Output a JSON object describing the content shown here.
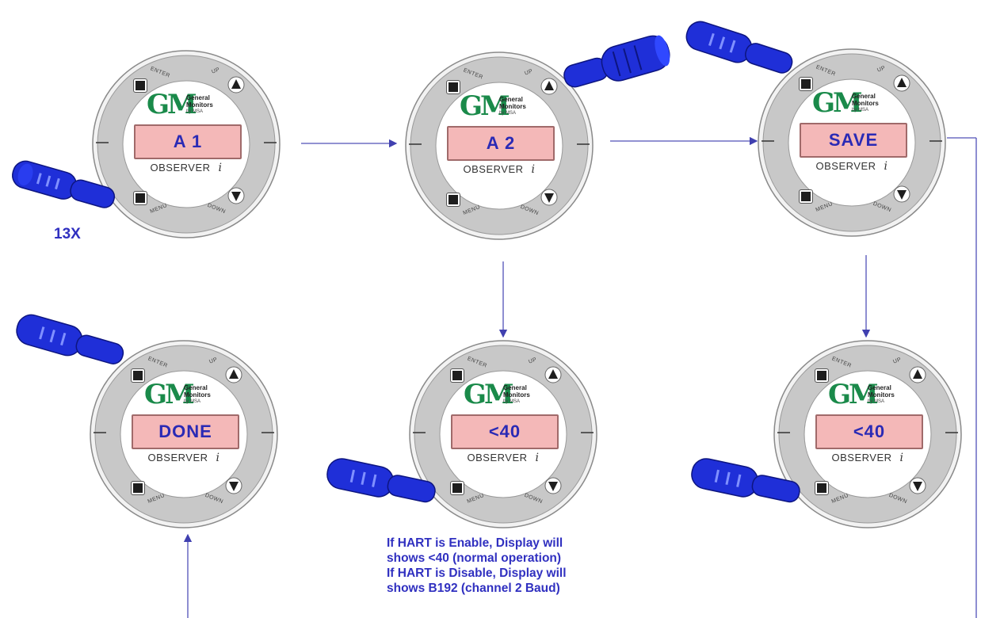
{
  "devices": [
    {
      "id": "d1",
      "display": "A 1",
      "brand": [
        "General",
        "Monitors"
      ],
      "by": "by MSA",
      "product": "OBSERVER",
      "info": "i",
      "keys": {
        "enter": "ENTER",
        "up": "UP",
        "menu": "MENU",
        "down": "DOWN"
      }
    },
    {
      "id": "d2",
      "display": "A 2",
      "brand": [
        "General",
        "Monitors"
      ],
      "by": "by MSA",
      "product": "OBSERVER",
      "info": "i",
      "keys": {
        "enter": "ENTER",
        "up": "UP",
        "menu": "MENU",
        "down": "DOWN"
      }
    },
    {
      "id": "d3",
      "display": "SAVE",
      "brand": [
        "General",
        "Monitors"
      ],
      "by": "by MSA",
      "product": "OBSERVER",
      "info": "i",
      "keys": {
        "enter": "ENTER",
        "up": "UP",
        "menu": "MENU",
        "down": "DOWN"
      }
    },
    {
      "id": "d4",
      "display": "DONE",
      "brand": [
        "General",
        "Monitors"
      ],
      "by": "by MSA",
      "product": "OBSERVER",
      "info": "i",
      "keys": {
        "enter": "ENTER",
        "up": "UP",
        "menu": "MENU",
        "down": "DOWN"
      }
    },
    {
      "id": "d5",
      "display": "<40",
      "brand": [
        "General",
        "Monitors"
      ],
      "by": "by MSA",
      "product": "OBSERVER",
      "info": "i",
      "keys": {
        "enter": "ENTER",
        "up": "UP",
        "menu": "MENU",
        "down": "DOWN"
      }
    },
    {
      "id": "d6",
      "display": "<40",
      "brand": [
        "General",
        "Monitors"
      ],
      "by": "by MSA",
      "product": "OBSERVER",
      "info": "i",
      "keys": {
        "enter": "ENTER",
        "up": "UP",
        "menu": "MENU",
        "down": "DOWN"
      }
    }
  ],
  "logo_mark": "GM",
  "repeat_label": "13X",
  "note": [
    "If HART is Enable, Display will",
    "shows <40 (normal operation)",
    "If HART is Disable, Display will",
    "shows B192 (channel 2 Baud)"
  ],
  "colors": {
    "accent": "#3030c0",
    "magnet": "#1f2fd8",
    "lcd": "#f4b8b8",
    "logo": "#1a8a4a",
    "ring": "#c8c8c8"
  }
}
